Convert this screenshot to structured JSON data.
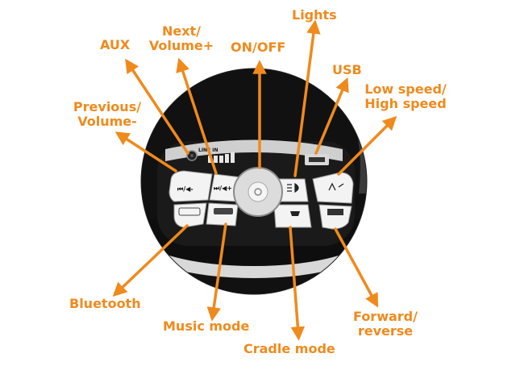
{
  "colors": {
    "accent": "#ef8a1d",
    "panel_dark": "#0d0d0d",
    "button": "#f3f3f3"
  },
  "panel": {
    "line_in": "LINE IN",
    "prev_symbol": "⏮/◀-",
    "next_symbol": "⏭/◀+"
  },
  "labels": {
    "lights": "Lights",
    "aux": "AUX",
    "next_l1": "Next/",
    "next_l2": "Volume+",
    "onoff": "ON/OFF",
    "usb": "USB",
    "speed_l1": "Low speed/",
    "speed_l2": "High speed",
    "prev_l1": "Previous/",
    "prev_l2": "Volume-",
    "bluetooth": "Bluetooth",
    "music": "Music mode",
    "cradle": "Cradle mode",
    "forward_l1": "Forward/",
    "forward_l2": "reverse"
  }
}
